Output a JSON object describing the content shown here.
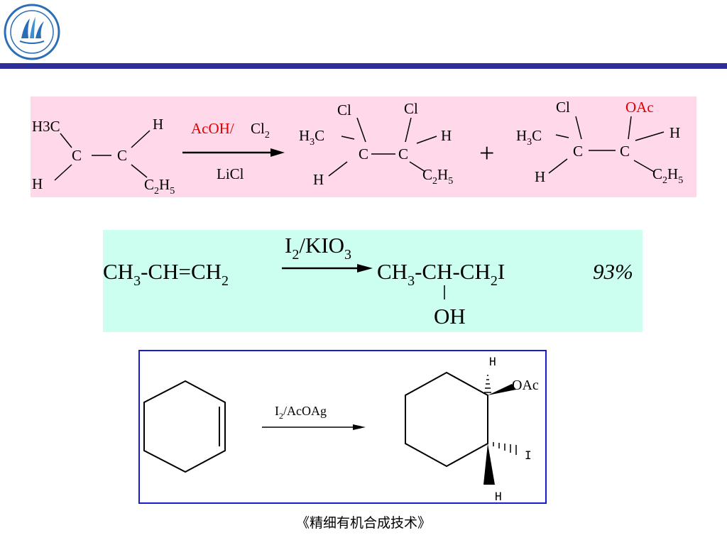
{
  "header": {
    "logo_icon": "university-seal-logo",
    "bar_color": "#2e2e9a"
  },
  "reaction1": {
    "bg_color": "#ffd8ea",
    "reactant": {
      "h3c": "H3C",
      "h_top": "H",
      "h_bottom": "H",
      "c2h5": "C2H5",
      "c1": "C",
      "c2": "C"
    },
    "reagent_red": "AcOH/",
    "reagent_black": "Cl2",
    "reagent_below": "LiCl",
    "product1": {
      "cl1": "Cl",
      "cl2": "Cl",
      "h3c": "H3C",
      "h_right": "H",
      "h_bottom": "H",
      "c2h5": "C2H5",
      "c1": "C",
      "c2": "C"
    },
    "plus": "+",
    "product2": {
      "cl": "Cl",
      "oac": "OAc",
      "h3c": "H3C",
      "h_right": "H",
      "h_bottom": "H",
      "c2h5": "C2H5",
      "c1": "C",
      "c2": "C"
    },
    "red_color": "#e00000"
  },
  "reaction2": {
    "bg_color": "#ccfff0",
    "reactant": "CH3-CH=CH2",
    "reagent": "I2/KIO3",
    "product": "CH3-CH-CH2I",
    "product_substituent": "OH",
    "yield": "93%"
  },
  "reaction3": {
    "border_color": "#1a1ad0",
    "reactant": "cyclohexene",
    "reagent": "I2/AcOAg",
    "product_labels": {
      "h_top": "H",
      "oac": "OAc",
      "i": "I",
      "h_bottom": "H"
    }
  },
  "footer": {
    "caption": "《精细有机合成技术》"
  }
}
